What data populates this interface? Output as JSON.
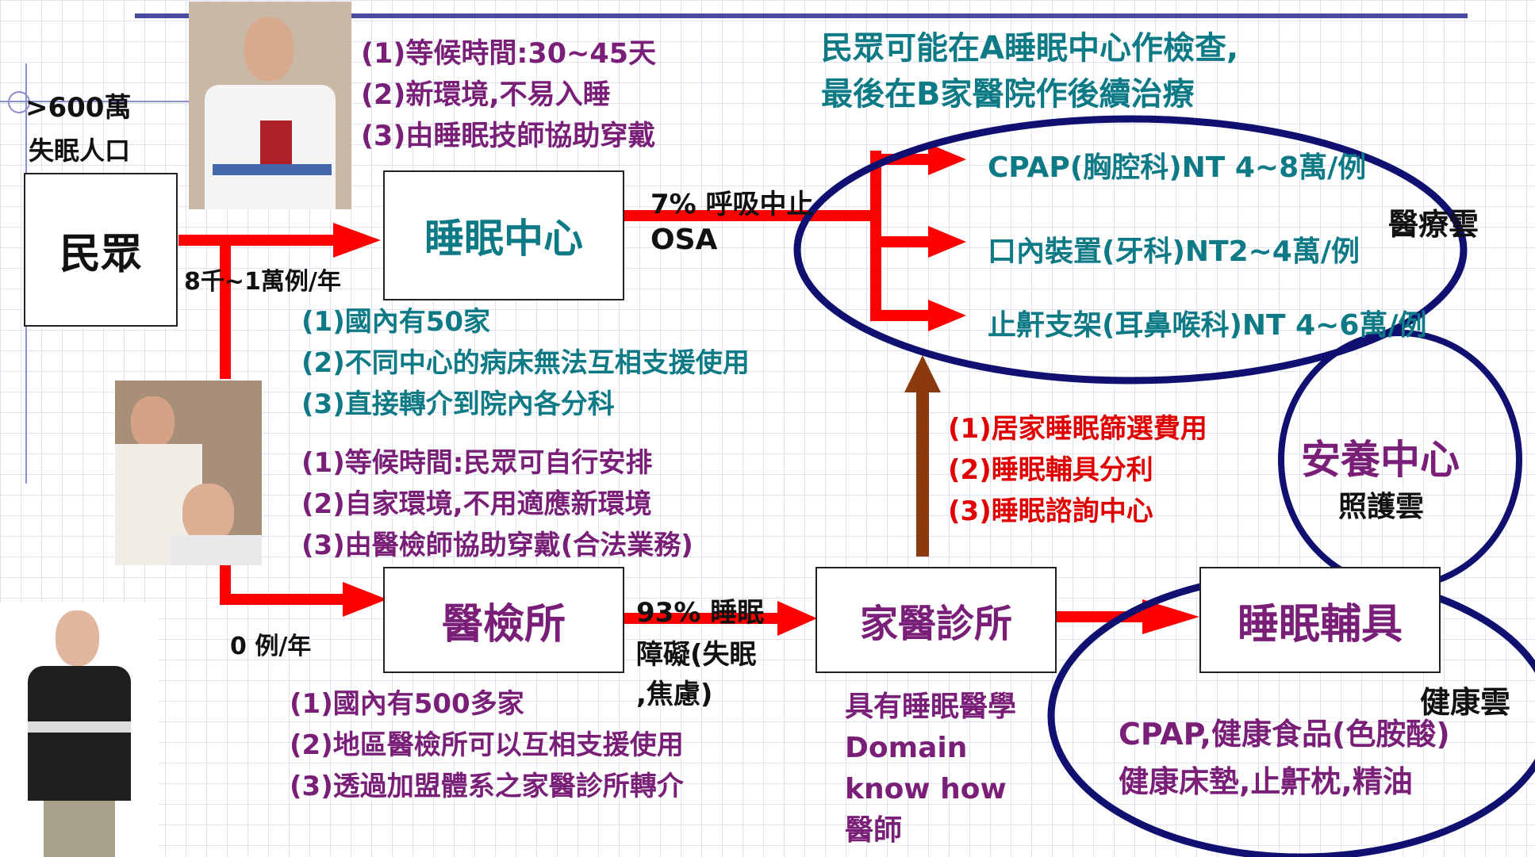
{
  "population": {
    "count": ">600萬",
    "label": "失眠人口"
  },
  "nodes": {
    "public": "民眾",
    "sleep_center": "睡眠中心",
    "clinic": "醫檢所",
    "family_clinic": "家醫診所",
    "sleep_aids": "睡眠輔具",
    "care_center": "安養中心"
  },
  "flow_labels": {
    "to_center": "8千~1萬例/年",
    "to_clinic": "0 例/年",
    "center_pct": "7% 呼吸中止",
    "center_osa": "OSA",
    "clinic_pct": "93% 睡眠",
    "clinic_note1": "障礙(失眠",
    "clinic_note2": ",焦慮)"
  },
  "center_notes_top": [
    "(1)等候時間:30~45天",
    "(2)新環境,不易入睡",
    "(3)由睡眠技師協助穿戴"
  ],
  "hospital_note": [
    "民眾可能在A睡眠中心作檢查,",
    "最後在B家醫院作後續治療"
  ],
  "treatments": [
    "CPAP(胸腔科)NT 4~8萬/例",
    "口內裝置(牙科)NT2~4萬/例",
    "止鼾支架(耳鼻喉科)NT 4~6萬/例"
  ],
  "cloud_labels": {
    "medical": "醫療雲",
    "care": "照護雲",
    "health": "健康雲"
  },
  "center_notes_bottom": [
    "(1)國內有50家",
    "(2)不同中心的病床無法互相支援使用",
    "(3)直接轉介到院內各分科"
  ],
  "home_notes": [
    "(1)等候時間:民眾可自行安排",
    "(2)自家環境,不用適應新環境",
    "(3)由醫檢師協助穿戴(合法業務)"
  ],
  "family_notes": [
    "(1)居家睡眠篩選費用",
    "(2)睡眠輔具分利",
    "(3)睡眠諮詢中心"
  ],
  "clinic_notes": [
    "(1)國內有500多家",
    "(2)地區醫檢所可以互相支援使用",
    "(3)透過加盟體系之家醫診所轉介"
  ],
  "doctor_notes": [
    "具有睡眠醫學",
    "Domain",
    "know how",
    "醫師"
  ],
  "health_products": [
    "CPAP,健康食品(色胺酸)",
    "健康床墊,止鼾枕,精油"
  ],
  "colors": {
    "arrow": "#ff0000",
    "brown_arrow": "#8b3a0e",
    "ellipse": "#101070",
    "teal": "#0e7a86",
    "purple": "#7a1f78"
  }
}
